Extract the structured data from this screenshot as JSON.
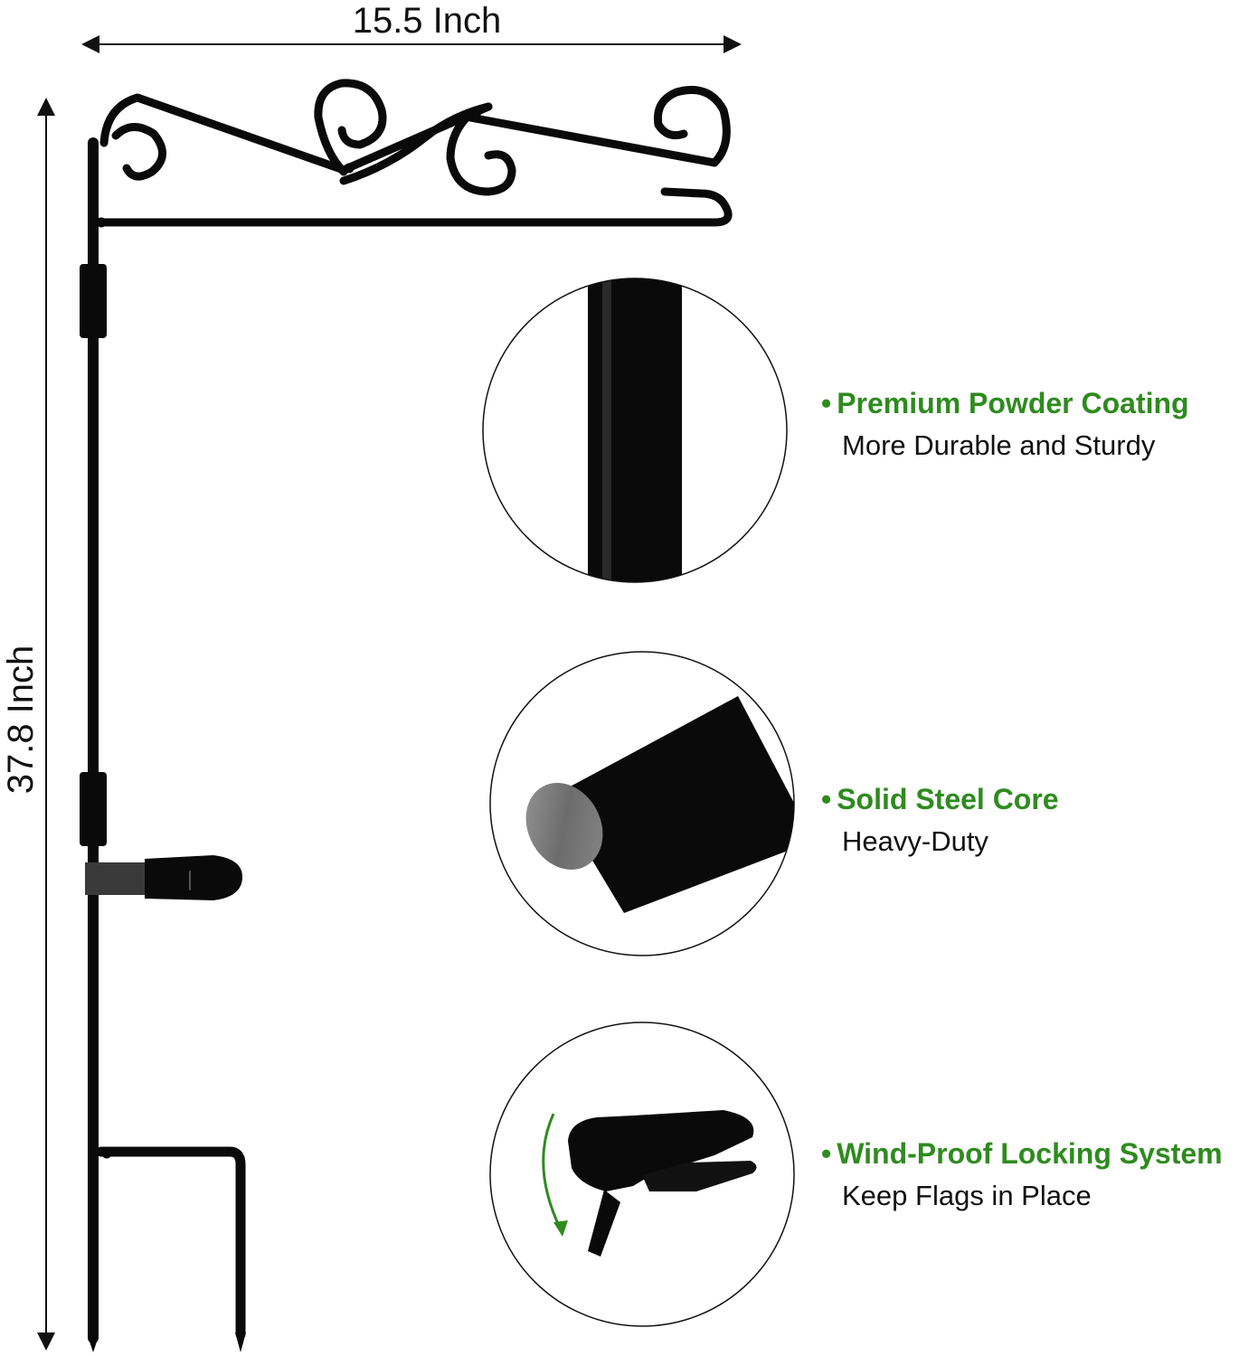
{
  "dimensions": {
    "width_label": "15.5 Inch",
    "height_label": "37.8 Inch"
  },
  "features": [
    {
      "bullet": "•",
      "title": "Premium Powder Coating",
      "subtitle": "More Durable and Sturdy"
    },
    {
      "bullet": "•",
      "title": "Solid Steel Core",
      "subtitle": "Heavy-Duty"
    },
    {
      "bullet": "•",
      "title": "Wind-Proof Locking System",
      "subtitle": "Keep Flags in Place"
    }
  ],
  "colors": {
    "accent_green": "#2e8b1e",
    "pole_black": "#0a0a0a",
    "background": "#ffffff"
  }
}
